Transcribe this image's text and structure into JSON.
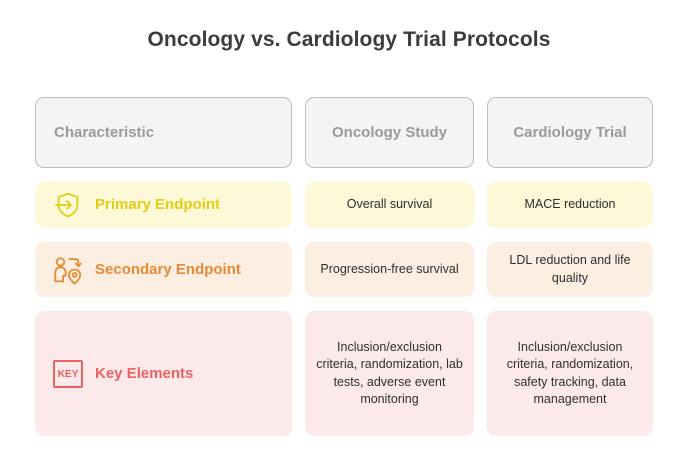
{
  "page": {
    "title": "Oncology vs. Cardiology Trial Protocols",
    "background": "#ffffff"
  },
  "table": {
    "headers": [
      {
        "label": "Characteristic",
        "align": "left"
      },
      {
        "label": "Oncology Study",
        "align": "center"
      },
      {
        "label": "Cardiology Trial",
        "align": "center"
      }
    ],
    "rows": [
      {
        "id": "primary-endpoint",
        "icon": "shield-arrow-icon",
        "label": "Primary Endpoint",
        "accent": "#e3cc14",
        "fill": "#fdf8d7",
        "oncology": "Overall survival",
        "cardiology": "MACE reduction"
      },
      {
        "id": "secondary-endpoint",
        "icon": "person-to-location-pin-icon",
        "label": "Secondary Endpoint",
        "accent": "#e58a35",
        "fill": "#fceee0",
        "oncology": "Progression-free survival",
        "cardiology": "LDL reduction and life quality"
      },
      {
        "id": "key-elements",
        "icon": "key-box-icon",
        "label": "Key Elements",
        "accent": "#ec6262",
        "fill": "#fceaea",
        "icon_text": "KEY",
        "oncology": "Inclusion/exclusion criteria, randomization, lab tests, adverse event monitoring",
        "cardiology": "Inclusion/exclusion criteria, randomization, safety tracking, data management"
      }
    ]
  }
}
